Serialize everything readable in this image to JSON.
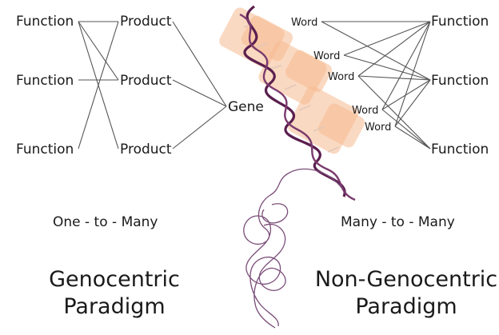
{
  "left": {
    "functions": [
      "Function",
      "Function",
      "Function"
    ],
    "products": [
      "Product",
      "Product",
      "Product"
    ],
    "gene": "Gene",
    "relation": "One - to - Many",
    "paradigm": [
      "Genocentric",
      "Paradigm"
    ]
  },
  "right": {
    "words": [
      "Word",
      "Word",
      "Word",
      "Word",
      "Word"
    ],
    "functions": [
      "Function",
      "Function",
      "Function"
    ],
    "relation": "Many - to - Many",
    "paradigm": [
      "Non-Genocentric",
      "Paradigm"
    ]
  },
  "colors": {
    "dna_strand": "#5b1f4f",
    "dna_highlight": "#f6b98f",
    "edge": "#555555"
  }
}
